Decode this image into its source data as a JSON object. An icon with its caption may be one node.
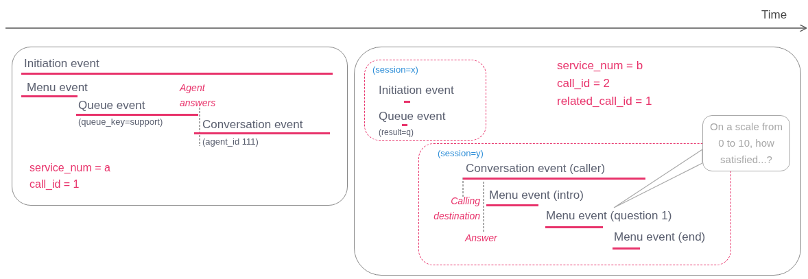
{
  "diagram": {
    "nodes": [
      {
        "text": [],
        "shape": "box"
      },
      {
        "text": [
          "Initiation event"
        ],
        "in": 0
      },
      {
        "text": [
          "Menu event"
        ],
        "in": 0
      },
      {
        "text": [
          "Queue event"
        ],
        "beside": [
          "(queue_key=support)"
        ],
        "in": 0
      },
      {
        "text": [
          "Conversation event"
        ],
        "beside": [
          "(agent_id 111)"
        ],
        "in": 0
      },
      {
        "text": [],
        "shape": "box"
      },
      {
        "text": [
          "(session=x)"
        ],
        "in": 5
      },
      {
        "text": [
          "Initiation event"
        ],
        "in": 6
      },
      {
        "text": [
          "Queue event"
        ],
        "beside": [
          "(result=q)"
        ],
        "in": 6
      },
      {
        "text": [
          "(session=y)"
        ],
        "in": 5
      },
      {
        "text": [
          "Conversation event (caller)"
        ],
        "in": 9
      },
      {
        "text": [
          "Menu event (intro)"
        ],
        "in": 9
      },
      {
        "text": [
          "Menu event (question 1)"
        ],
        "in": 9
      },
      {
        "text": [
          "Menu event (end)"
        ],
        "in": 9
      },
      {
        "text": [
          "On a scale from 0 to 10, how satisfied...?"
        ],
        "in": 5
      }
    ],
    "edges": [
      {
        "from": 14,
        "to": 12,
        "arrow": "none"
      }
    ],
    "labels": [
      "Time",
      "Agent answers",
      "service_num = a",
      "call_id = 1",
      "service_num = b",
      "call_id = 2",
      "related_call_id = 1",
      "Calling destination",
      "Answer"
    ]
  }
}
